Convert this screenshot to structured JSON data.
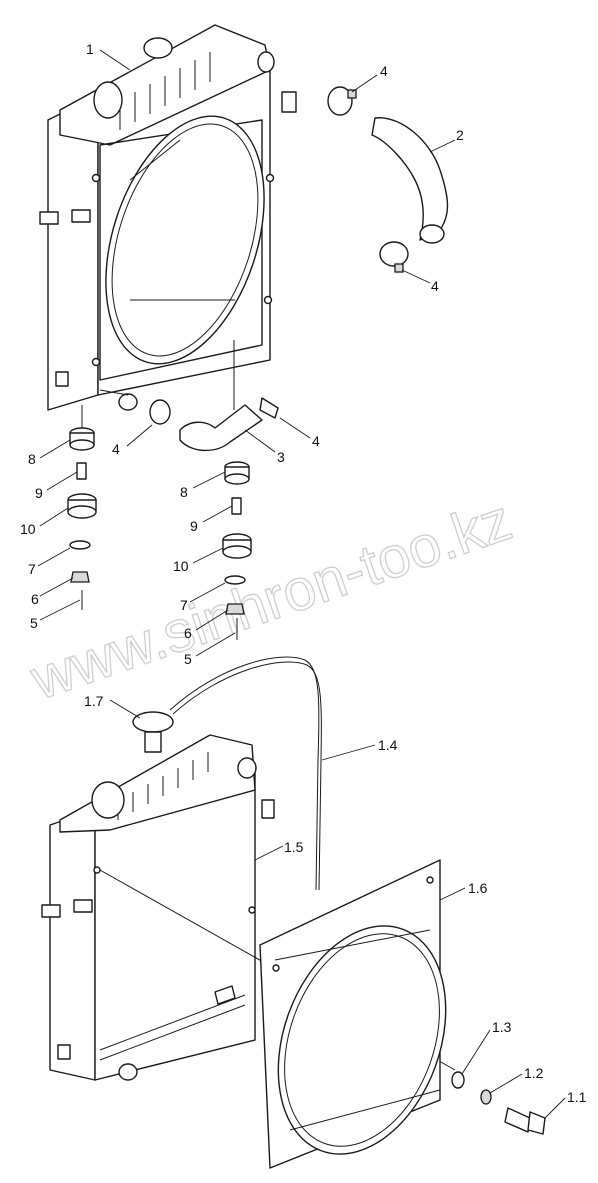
{
  "callouts": {
    "c1": "1",
    "c2": "2",
    "c3": "3",
    "c4a": "4",
    "c4b": "4",
    "c4c": "4",
    "c4d": "4",
    "c5a": "5",
    "c5b": "5",
    "c6a": "6",
    "c6b": "6",
    "c7a": "7",
    "c7b": "7",
    "c8a": "8",
    "c8b": "8",
    "c9a": "9",
    "c9b": "9",
    "c10a": "10",
    "c10b": "10",
    "c1_1": "1.1",
    "c1_2": "1.2",
    "c1_3": "1.3",
    "c1_4": "1.4",
    "c1_5": "1.5",
    "c1_6": "1.6",
    "c1_7": "1.7"
  },
  "watermark": "www.sinhron-too.kz"
}
